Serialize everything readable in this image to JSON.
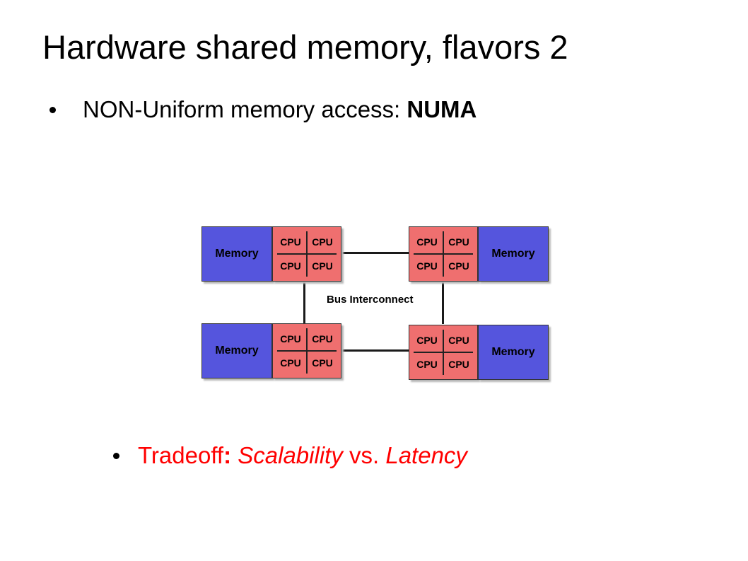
{
  "slide": {
    "title": "Hardware shared memory, flavors 2",
    "bullet1": {
      "prefix": "NON-Uniform memory access: ",
      "emphasis": "NUMA"
    },
    "bullet2": {
      "word1": "Tradeoff",
      "colon": ":",
      "term1": "Scalability",
      "vs": " vs. ",
      "term2": "Latency"
    }
  },
  "diagram": {
    "bus_label": "Bus Interconnect",
    "memory_label": "Memory",
    "cpu_label": "CPU",
    "colors": {
      "memory": "#5555dd",
      "cpu": "#ef6f6f",
      "bullet2_text": "#ff0000"
    }
  }
}
